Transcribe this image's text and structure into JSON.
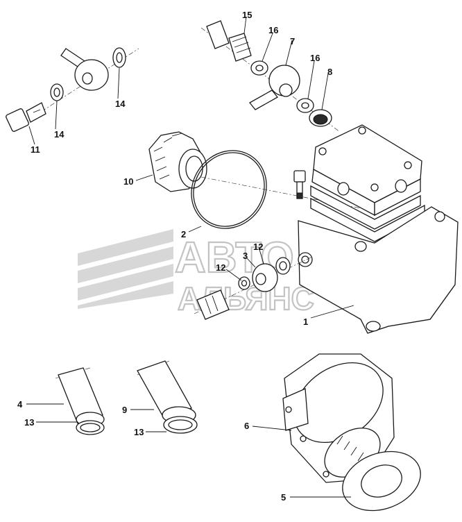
{
  "callouts": {
    "c1": "1",
    "c2": "2",
    "c3": "3",
    "c4": "4",
    "c5": "5",
    "c6": "6",
    "c7": "7",
    "c8": "8",
    "c9": "9",
    "c10": "10",
    "c11": "11",
    "c12a": "12",
    "c12b": "12",
    "c13a": "13",
    "c13b": "13",
    "c14a": "14",
    "c14b": "14",
    "c15": "15",
    "c16a": "16",
    "c16b": "16"
  },
  "watermark": {
    "line1": "АВТО",
    "line2": "АЛЬЯНС"
  }
}
